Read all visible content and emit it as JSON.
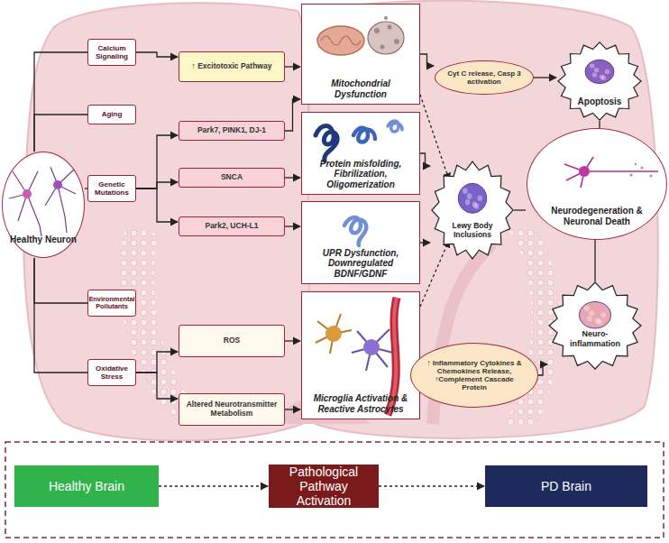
{
  "diagram": {
    "nodes": [
      {
        "text": [
          "Healthy Neuron"
        ]
      },
      {
        "text": [
          "Calcium Signaling"
        ]
      },
      {
        "text": [
          "Aging"
        ]
      },
      {
        "text": [
          "Genetic Mutations"
        ]
      },
      {
        "text": [
          "Environmental Pollutants"
        ]
      },
      {
        "text": [
          "Oxidative Stress"
        ]
      },
      {
        "text": [
          "↑ Excitotoxic Pathway"
        ]
      },
      {
        "text": [
          "Park7, PINK1, DJ-1"
        ]
      },
      {
        "text": [
          "SNCA"
        ]
      },
      {
        "text": [
          "Park2, UCH-L1"
        ]
      },
      {
        "text": [
          "ROS"
        ]
      },
      {
        "text": [
          "Altered Neurotransmitter Metabolism"
        ]
      },
      {
        "text": [
          "Mitochondrial Dysfunction"
        ]
      },
      {
        "text": [
          "Protein misfolding, Fibrilization, Oligomerization"
        ]
      },
      {
        "text": [
          "UPR Dysfunction, Downregulated BDNF/GDNF"
        ]
      },
      {
        "text": [
          "Microglia Activation & Reactive Astrocytes"
        ]
      },
      {
        "text": [
          "Cyt C release, Casp 3 activation"
        ]
      },
      {
        "text": [
          "Apoptosis"
        ]
      },
      {
        "text": [
          "Lewy Body Inclusions"
        ]
      },
      {
        "text": [
          "Neurodegeneration & Neuronal Death"
        ]
      },
      {
        "text": [
          "Neuro-inflammation"
        ]
      },
      {
        "text": [
          "↑ Inflammatory Cytokines & Chemokines Release, ↑Complement Cascade Protein"
        ]
      },
      {
        "text": [
          "Healthy Brain"
        ]
      },
      {
        "text": [
          "Pathological Pathway Activation"
        ]
      },
      {
        "text": [
          "PD Brain"
        ]
      }
    ],
    "edges": [
      {
        "from": 0,
        "to": 1,
        "arrow": "none"
      },
      {
        "from": 0,
        "to": 2,
        "arrow": "none"
      },
      {
        "from": 0,
        "to": 3,
        "arrow": "none"
      },
      {
        "from": 0,
        "to": 4,
        "arrow": "none"
      },
      {
        "from": 0,
        "to": 5,
        "arrow": "none"
      },
      {
        "from": 1,
        "to": 6,
        "arrow": "to"
      },
      {
        "from": 3,
        "to": 7,
        "arrow": "to"
      },
      {
        "from": 3,
        "to": 8,
        "arrow": "to"
      },
      {
        "from": 3,
        "to": 9,
        "arrow": "to"
      },
      {
        "from": 5,
        "to": 10,
        "arrow": "to"
      },
      {
        "from": 5,
        "to": 11,
        "arrow": "to"
      },
      {
        "from": 6,
        "to": 12,
        "arrow": "to"
      },
      {
        "from": 7,
        "to": 12,
        "arrow": "to"
      },
      {
        "from": 8,
        "to": 13,
        "arrow": "to"
      },
      {
        "from": 9,
        "to": 14,
        "arrow": "to"
      },
      {
        "from": 10,
        "to": 15,
        "arrow": "to"
      },
      {
        "from": 11,
        "to": 15,
        "arrow": "to"
      },
      {
        "from": 12,
        "to": 16,
        "arrow": "to"
      },
      {
        "from": 16,
        "to": 17,
        "arrow": "to"
      },
      {
        "from": 12,
        "to": 18,
        "arrow": "to"
      },
      {
        "from": 13,
        "to": 18,
        "arrow": "to"
      },
      {
        "from": 14,
        "to": 18,
        "arrow": "to"
      },
      {
        "from": 15,
        "to": 18,
        "arrow": "to"
      },
      {
        "from": 17,
        "to": 19,
        "arrow": "none"
      },
      {
        "from": 18,
        "to": 19,
        "arrow": "none"
      },
      {
        "from": 20,
        "to": 19,
        "arrow": "none"
      },
      {
        "from": 21,
        "to": 20,
        "arrow": "to"
      },
      {
        "from": 22,
        "to": 23,
        "arrow": "to"
      },
      {
        "from": 23,
        "to": 24,
        "arrow": "to"
      }
    ]
  }
}
